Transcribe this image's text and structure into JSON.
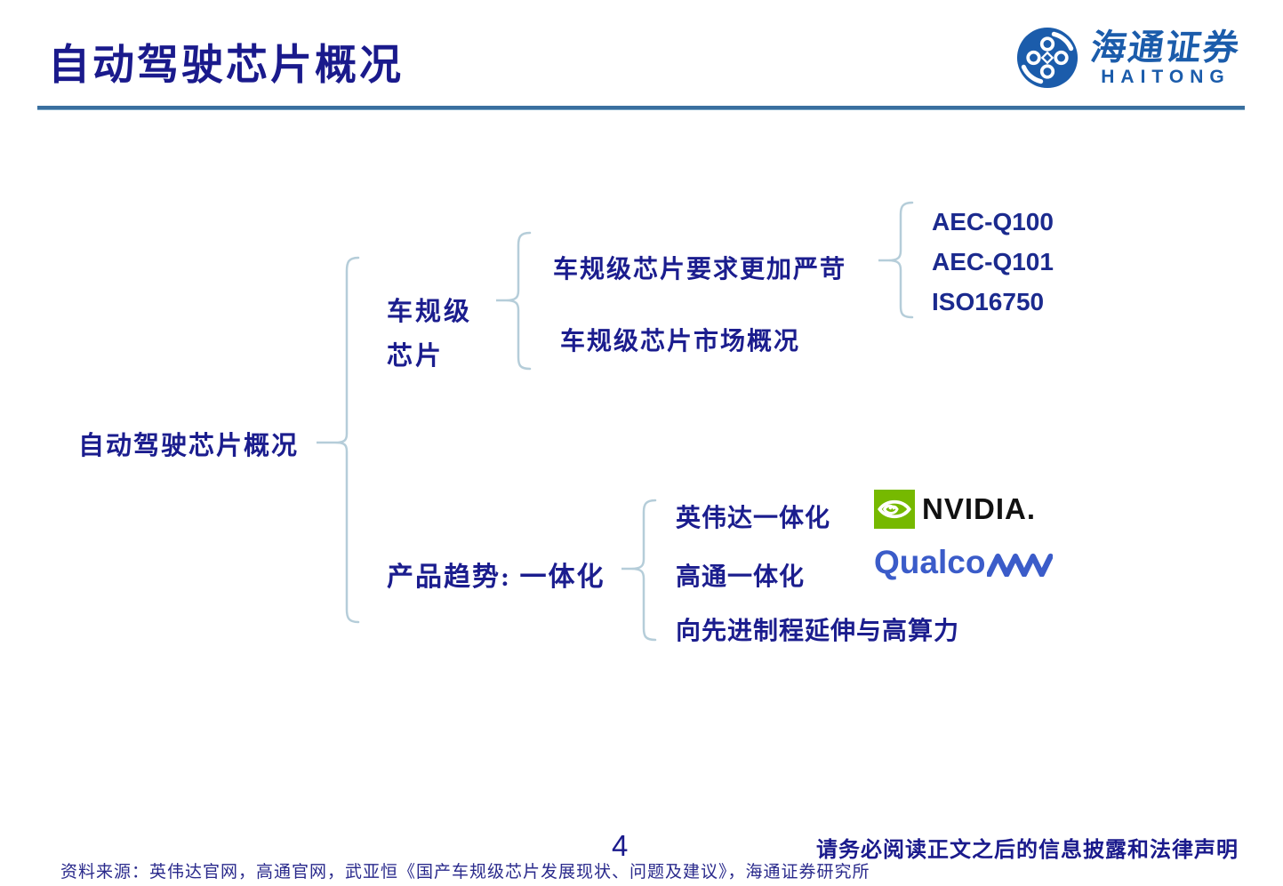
{
  "page": {
    "title": "自动驾驶芯片概况",
    "page_number": "4",
    "disclaimer": "请务必阅读正文之后的信息披露和法律声明",
    "source": "资料来源：英伟达官网，高通官网，武亚恒《国产车规级芯片发展现状、问题及建议》，海通证券研究所"
  },
  "brand": {
    "name_cn": "海通证券",
    "name_en": "HAITONG"
  },
  "mindmap": {
    "root": "自动驾驶芯片概况",
    "branch1": {
      "label_line1": "车规级",
      "label_line2": "芯片",
      "leaf_strict": "车规级芯片要求更加严苛",
      "leaf_market": "车规级芯片市场概况",
      "standards": [
        "AEC-Q100",
        "AEC-Q101",
        "ISO16750"
      ]
    },
    "branch2": {
      "label": "产品趋势:  一体化",
      "leaf_nvidia": "英伟达一体化",
      "leaf_qualcomm": "高通一体化",
      "leaf_advanced": "向先进制程延伸与高算力"
    }
  },
  "logos": {
    "nvidia_text": "NVIDIA.",
    "qualcomm_text": "Qualco"
  },
  "colors": {
    "navy_text": "#1a1a8c",
    "rule_blue": "#3a6f9f",
    "brace_blue": "#b5cdd9",
    "haitong_blue": "#1b5cab",
    "nvidia_green": "#76b900",
    "qualcomm_blue": "#3b5cc9"
  }
}
